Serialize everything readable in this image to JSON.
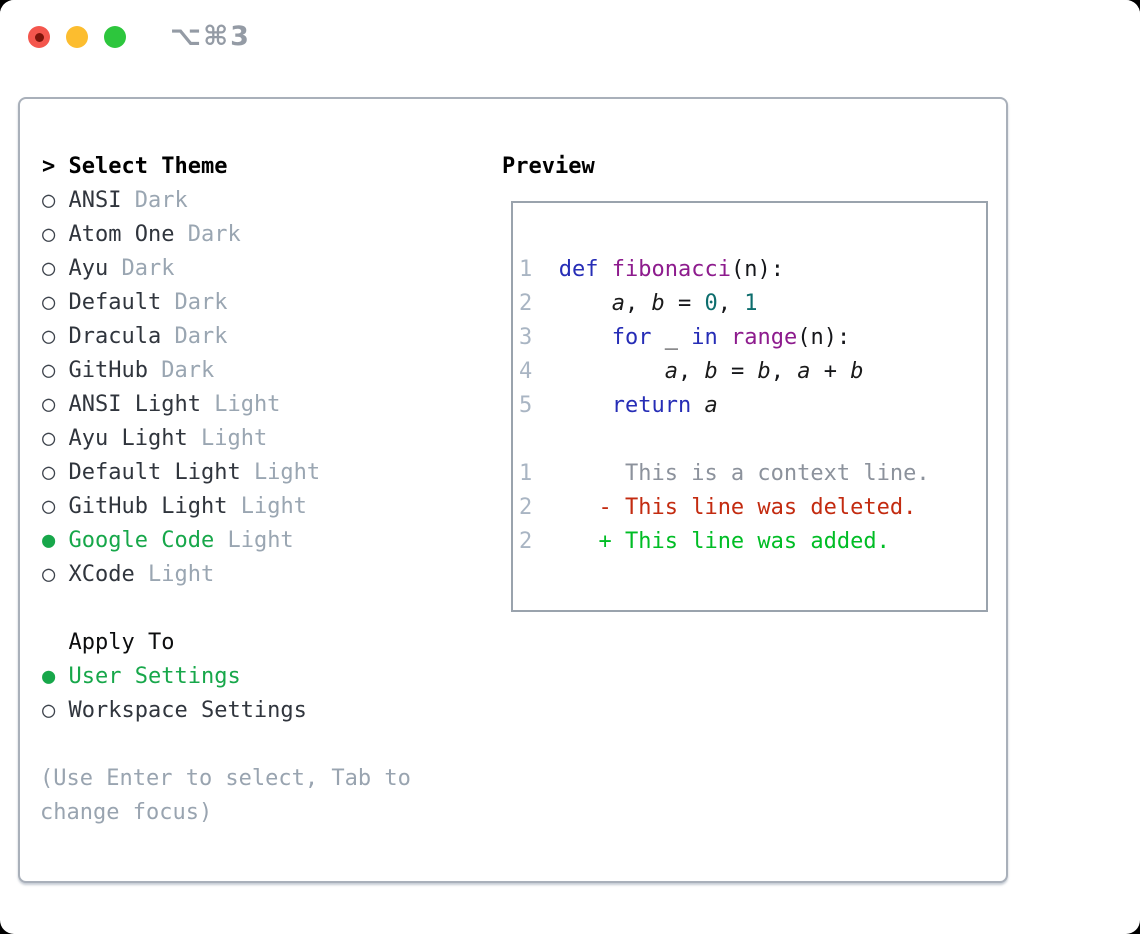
{
  "window": {
    "title": "⌥⌘3"
  },
  "icons": {
    "radio_selected": "●",
    "radio_unselected": "○",
    "cursor": ">"
  },
  "colors": {
    "selected_green": "#17a74a",
    "suffix_gray": "#9aa6b2",
    "keyword_blue": "#262db6",
    "function_purple": "#8d1b8d",
    "number_teal": "#0d6d6d",
    "deleted_red": "#c32b10",
    "added_green": "#00bd25",
    "traffic_red": "#f4564d",
    "traffic_yellow": "#fcbd2f",
    "traffic_green": "#2dc63d"
  },
  "theme_panel": {
    "header": {
      "cursor": ">",
      "label": "Select Theme"
    },
    "themes": [
      {
        "name": "ANSI",
        "variant": "Dark",
        "selected": false
      },
      {
        "name": "Atom One",
        "variant": "Dark",
        "selected": false
      },
      {
        "name": "Ayu",
        "variant": "Dark",
        "selected": false
      },
      {
        "name": "Default",
        "variant": "Dark",
        "selected": false
      },
      {
        "name": "Dracula",
        "variant": "Dark",
        "selected": false
      },
      {
        "name": "GitHub",
        "variant": "Dark",
        "selected": false
      },
      {
        "name": "ANSI Light",
        "variant": "Light",
        "selected": false
      },
      {
        "name": "Ayu Light",
        "variant": "Light",
        "selected": false
      },
      {
        "name": "Default Light",
        "variant": "Light",
        "selected": false
      },
      {
        "name": "GitHub Light",
        "variant": "Light",
        "selected": false
      },
      {
        "name": "Google Code",
        "variant": "Light",
        "selected": true
      },
      {
        "name": "XCode",
        "variant": "Light",
        "selected": false
      }
    ],
    "apply_to": {
      "label": "Apply To",
      "options": [
        {
          "name": "User Settings",
          "selected": true
        },
        {
          "name": "Workspace Settings",
          "selected": false
        }
      ]
    },
    "hint": "(Use Enter to select, Tab to change focus)"
  },
  "preview": {
    "label": "Preview",
    "code_lines": [
      {
        "num": "1",
        "tokens": [
          {
            "t": "def",
            "c": "keyword"
          },
          {
            "t": " ",
            "c": "plain"
          },
          {
            "t": "fibonacci",
            "c": "function"
          },
          {
            "t": "(n):",
            "c": "plain"
          }
        ]
      },
      {
        "num": "2",
        "tokens": [
          {
            "t": "    ",
            "c": "plain"
          },
          {
            "t": "a",
            "c": "variable"
          },
          {
            "t": ", ",
            "c": "plain"
          },
          {
            "t": "b",
            "c": "variable"
          },
          {
            "t": " = ",
            "c": "plain"
          },
          {
            "t": "0",
            "c": "number"
          },
          {
            "t": ", ",
            "c": "plain"
          },
          {
            "t": "1",
            "c": "number"
          }
        ]
      },
      {
        "num": "3",
        "tokens": [
          {
            "t": "    ",
            "c": "plain"
          },
          {
            "t": "for",
            "c": "keyword"
          },
          {
            "t": " _ ",
            "c": "plain"
          },
          {
            "t": "in",
            "c": "keyword"
          },
          {
            "t": " ",
            "c": "plain"
          },
          {
            "t": "range",
            "c": "function"
          },
          {
            "t": "(n):",
            "c": "plain"
          }
        ]
      },
      {
        "num": "4",
        "tokens": [
          {
            "t": "        ",
            "c": "plain"
          },
          {
            "t": "a",
            "c": "variable"
          },
          {
            "t": ", ",
            "c": "plain"
          },
          {
            "t": "b",
            "c": "variable"
          },
          {
            "t": " = ",
            "c": "plain"
          },
          {
            "t": "b",
            "c": "variable"
          },
          {
            "t": ", ",
            "c": "plain"
          },
          {
            "t": "a",
            "c": "variable"
          },
          {
            "t": " + ",
            "c": "plain"
          },
          {
            "t": "b",
            "c": "variable"
          }
        ]
      },
      {
        "num": "5",
        "tokens": [
          {
            "t": "    ",
            "c": "plain"
          },
          {
            "t": "return",
            "c": "keyword"
          },
          {
            "t": " ",
            "c": "plain"
          },
          {
            "t": "a",
            "c": "variable"
          }
        ]
      }
    ],
    "diff_lines": [
      {
        "num": "1",
        "marker": " ",
        "text": "This is a context line.",
        "type": "context"
      },
      {
        "num": "2",
        "marker": "-",
        "text": "This line was deleted.",
        "type": "deleted"
      },
      {
        "num": "2",
        "marker": "+",
        "text": "This line was added.",
        "type": "added"
      }
    ]
  }
}
